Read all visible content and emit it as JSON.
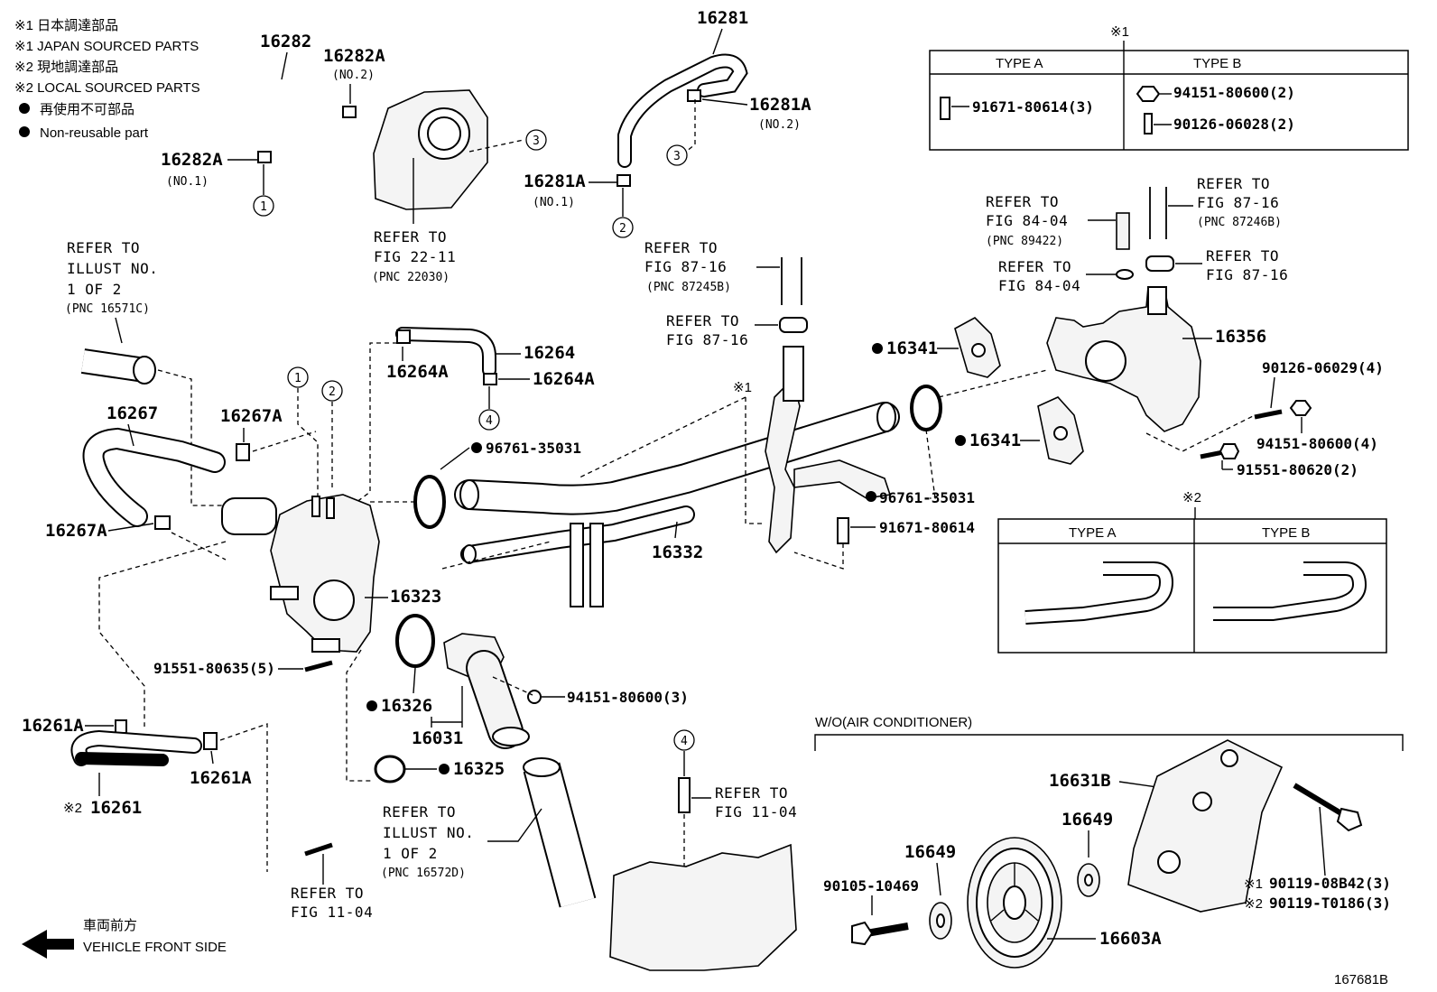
{
  "legend": {
    "line1": "※1 日本調達部品",
    "line2": "※1 JAPAN SOURCED PARTS",
    "line3": "※2 現地調達部品",
    "line4": "※2 LOCAL SOURCED PARTS",
    "line5": "再使用不可部品",
    "line6": "Non-reusable part"
  },
  "parts": {
    "p16282": "16282",
    "p16282A_no2": "16282A",
    "p16282A_no2_sub": "(NO.2)",
    "p16282A_no1": "16282A",
    "p16282A_no1_sub": "(NO.1)",
    "p16281": "16281",
    "p16281A_no2": "16281A",
    "p16281A_no2_sub": "(NO.2)",
    "p16281A_no1": "16281A",
    "p16281A_no1_sub": "(NO.1)",
    "p16264": "16264",
    "p16264A_a": "16264A",
    "p16264A_b": "16264A",
    "p16267": "16267",
    "p16267A_a": "16267A",
    "p16267A_b": "16267A",
    "p96761_a": "96761-35031",
    "p96761_b": "96761-35031",
    "p16332": "16332",
    "p16323": "16323",
    "p91551_80635": "91551-80635(5)",
    "p16326": "16326",
    "p16031": "16031",
    "p16325": "16325",
    "p94151_80600_3": "94151-80600(3)",
    "p16261A_a": "16261A",
    "p16261A_b": "16261A",
    "p16261": "16261",
    "p16261_mark": "※2",
    "p16341_a": "16341",
    "p16341_b": "16341",
    "p16356": "16356",
    "p90126_06029": "90126-06029(4)",
    "p94151_80600_4": "94151-80600(4)",
    "p91551_80620": "91551-80620(2)",
    "p91671_80614": "91671-80614",
    "p16631B": "16631B",
    "p16649_a": "16649",
    "p16649_b": "16649",
    "p90105_10469": "90105-10469",
    "p16603A": "16603A",
    "p90119_08B42": "90119-08B42(3)",
    "p90119_T0186": "90119-T0186(3)",
    "mark1": "※1",
    "mark2": "※2"
  },
  "refs": {
    "r_fig2211_a": "REFER TO",
    "r_fig2211_b": "FIG 22-11",
    "r_fig2211_c": "(PNC 22030)",
    "r_illust1_a": "REFER TO",
    "r_illust1_b": "ILLUST NO.",
    "r_illust1_c": "1 OF 2",
    "r_illust1_d": "(PNC 16571C)",
    "r_fig8716a_a": "REFER TO",
    "r_fig8716a_b": "FIG 87-16",
    "r_fig8716a_c": "(PNC 87245B)",
    "r_fig8716b_a": "REFER TO",
    "r_fig8716b_b": "FIG 87-16",
    "r_fig8404a_a": "REFER TO",
    "r_fig8404a_b": "FIG 84-04",
    "r_fig8404a_c": "(PNC 89422)",
    "r_fig8716c_a": "REFER TO",
    "r_fig8716c_b": "FIG 87-16",
    "r_fig8716c_c": "(PNC 87246B)",
    "r_fig8404b_a": "REFER TO",
    "r_fig8404b_b": "FIG 84-04",
    "r_fig8716d_a": "REFER TO",
    "r_fig8716d_b": "FIG 87-16",
    "r_illust2_a": "REFER TO",
    "r_illust2_b": "ILLUST NO.",
    "r_illust2_c": "1 OF 2",
    "r_illust2_d": "(PNC 16572D)",
    "r_fig1104a_a": "REFER TO",
    "r_fig1104a_b": "FIG 11-04",
    "r_fig1104b_a": "REFER TO",
    "r_fig1104b_b": "FIG 11-04"
  },
  "table1": {
    "mark": "※1",
    "col_a": "TYPE A",
    "col_b": "TYPE B",
    "a_part": "91671-80614(3)",
    "b_part1": "94151-80600(2)",
    "b_part2": "90126-06028(2)"
  },
  "table2": {
    "mark": "※2",
    "col_a": "TYPE A",
    "col_b": "TYPE B"
  },
  "circles": [
    "1",
    "2",
    "3",
    "4"
  ],
  "section": {
    "wo_ac": "W/O(AIR CONDITIONER)"
  },
  "footer": {
    "front_jp": "車両前方",
    "front_en": "VEHICLE FRONT SIDE",
    "diagram_id": "167681B"
  }
}
